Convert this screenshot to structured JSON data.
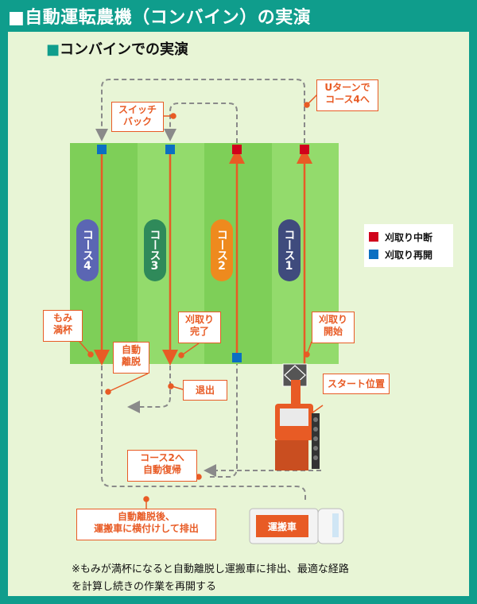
{
  "header": {
    "title": "■自動運転農機（コンバイン）の実演"
  },
  "section": {
    "title": "コンバインでの実演",
    "marker": "■"
  },
  "courses": [
    {
      "label": "コース4",
      "color": "#5b66b3"
    },
    {
      "label": "コース3",
      "color": "#2f8a5a"
    },
    {
      "label": "コース2",
      "color": "#ee8a1e"
    },
    {
      "label": "コース1",
      "color": "#3f4b7d"
    }
  ],
  "callouts": {
    "uturn": "Uターンで\nコース4へ",
    "switchback": "スイッチ\nバック",
    "full": "もみ\n満杯",
    "auto_leave": "自動\n離脱",
    "harvest_done": "刈取り\n完了",
    "harvest_start": "刈取り\n開始",
    "exit": "退出",
    "start_pos": "スタート位置",
    "return_course2": "コース2へ\n自動復帰",
    "unload": "自動離脱後、\n運搬車に横付けして排出"
  },
  "legend": {
    "suspend": {
      "label": "刈取り中断",
      "color": "#d0021b"
    },
    "resume": {
      "label": "刈取り再開",
      "color": "#0b6fc2"
    }
  },
  "vehicle": {
    "truck_label": "運搬車"
  },
  "footnote": "※もみが満杯になると自動離脱し運搬車に排出、最適な経路\nを計算し続きの作業を再開する",
  "colors": {
    "route": "#e85b25",
    "path": "#8a8a8a"
  }
}
